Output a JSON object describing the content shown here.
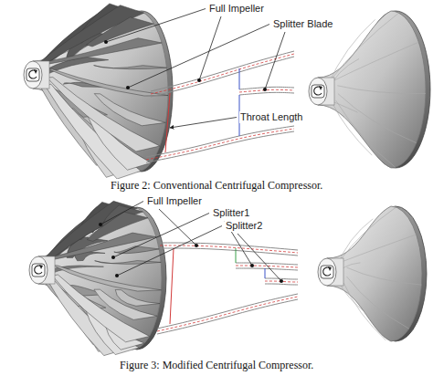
{
  "diagram": {
    "labels": [
      "Full Impeller",
      "Splitter Blade",
      "Throat Length",
      "Figure 2: Conventional Centrifugal Compressor.",
      "Full Impeller",
      "Splitter1",
      "Splitter2",
      "Figure 3: Modified Centrifugal Compressor."
    ]
  }
}
